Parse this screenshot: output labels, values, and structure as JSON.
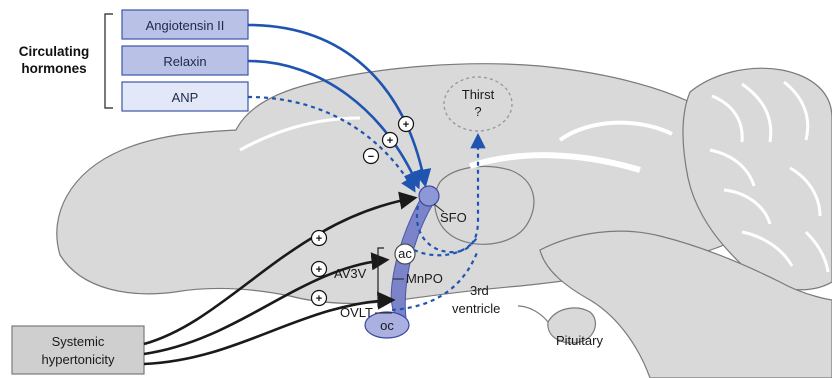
{
  "hormones": {
    "group_label_line1": "Circulating",
    "group_label_line2": "hormones",
    "angiotensin": "Angiotensin II",
    "relaxin": "Relaxin",
    "anp": "ANP"
  },
  "brain_labels": {
    "thirst_line1": "Thirst",
    "thirst_line2": "?",
    "sfo": "SFO",
    "ac": "ac",
    "av3v": "AV3V",
    "mnpo": "MnPO",
    "ovlt": "OVLT",
    "oc": "oc",
    "ventricle_line1": "3rd",
    "ventricle_line2": "ventricle",
    "pituitary": "Pituitary"
  },
  "stimulus": {
    "line1": "Systemic",
    "line2": "hypertonicity"
  },
  "signs": {
    "plus": "+",
    "minus": "−"
  },
  "colors": {
    "brain_fill": "#d9d9d9",
    "brain_stroke": "#7a7a7a",
    "box_fill_dark": "#b9c1e6",
    "box_fill_light": "#e3e8f8",
    "box_stroke": "#3b57a8",
    "arrow_blue": "#1f55b0",
    "arrow_black": "#1a1a1a",
    "lamina_purple": "#7b84c9",
    "sfo_fill": "#8f98d6",
    "oc_fill": "#aab1e0",
    "stimulus_box_fill": "#cfcfcf"
  }
}
